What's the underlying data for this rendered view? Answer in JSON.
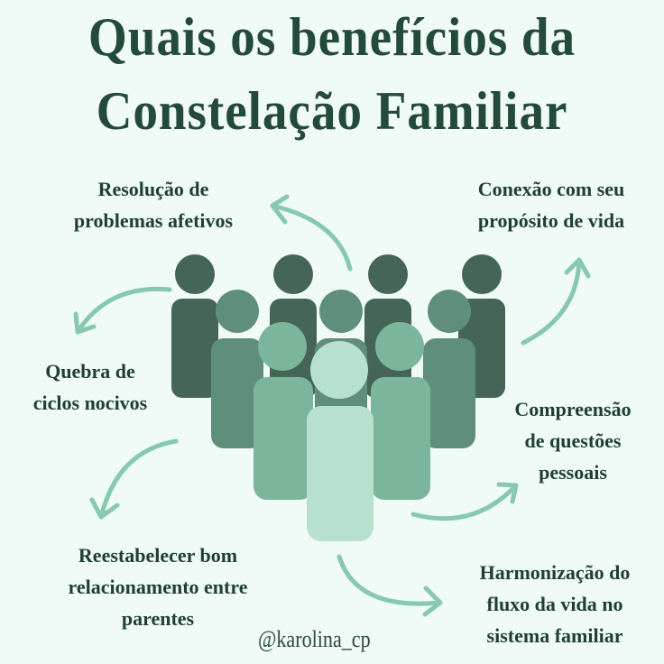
{
  "title": {
    "line1": "Quais os benefícios da",
    "line2": "Constelação Familiar"
  },
  "benefits": [
    {
      "lines": [
        "Resolução de",
        "problemas afetivos"
      ]
    },
    {
      "lines": [
        "Conexão com seu",
        "propósito de vida"
      ]
    },
    {
      "lines": [
        "Quebra de",
        "ciclos nocivos"
      ]
    },
    {
      "lines": [
        "Compreensão",
        "de questões",
        "pessoais"
      ]
    },
    {
      "lines": [
        "Reestabelecer bom",
        "relacionamento entre",
        "parentes"
      ]
    },
    {
      "lines": [
        "Harmonização do",
        "fluxo da vida no",
        "sistema familiar"
      ]
    }
  ],
  "handle": "@karolina_cp",
  "colors": {
    "background": "#f0faf6",
    "text": "#234a3a",
    "arrow": "#86c9ae",
    "figure_dark": "#456656",
    "figure_mid": "#5f8f7b",
    "figure_light": "#7ab59c",
    "figure_lightest": "#b8e0cf"
  },
  "icons": [
    "people-group-icon",
    "curved-arrow-icon"
  ]
}
